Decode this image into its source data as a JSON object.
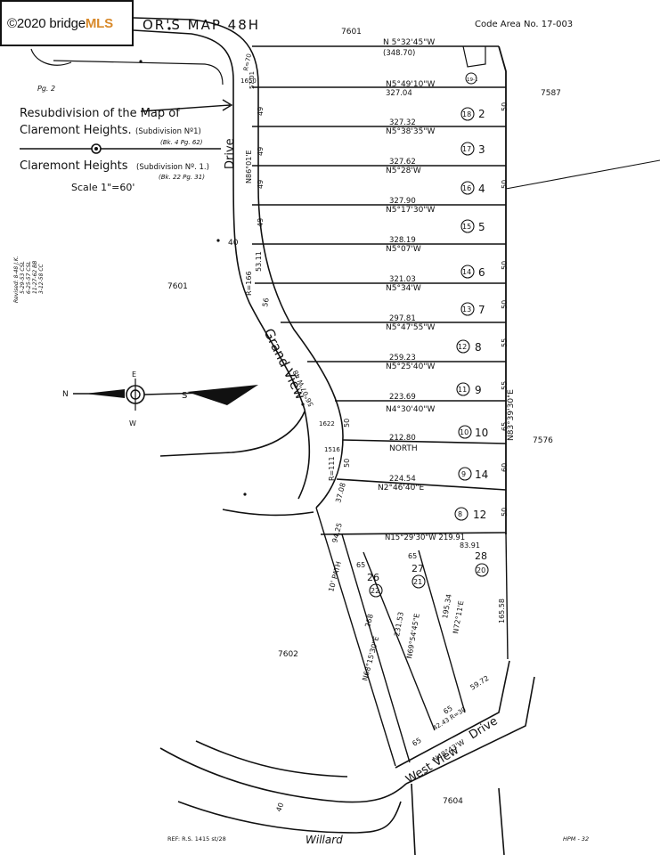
{
  "watermark": {
    "text_prefix": "©2020 bridge",
    "text_brand": "MLS"
  },
  "header": {
    "title_fragment": "OR'S  MAP  48H",
    "code_area": "Code  Area  No.  17-003",
    "corner_ref": "Pg. 2"
  },
  "legend": {
    "resub_line1": "Resubdivision of the Map of",
    "resub_line2": "Claremont Heights.",
    "resub_sub": "(Subdivision Nº1)",
    "resub_ref": "(Bk. 4  Pg. 62)",
    "heights_label": "Claremont Heights",
    "heights_sub": "(Subdivision Nº. 1.)",
    "heights_ref": "(Bk. 22  Pg. 31)",
    "scale": "Scale  1\"=60'",
    "revised_1": "Revised: 8-48 J.K.",
    "revised_2": "5-29-53 CSL",
    "revised_3": "6-25-57 CSL",
    "revised_4": "11-27-62 BB",
    "revised_5": "3-12-58 CC"
  },
  "compass": {
    "n": "N",
    "e": "E",
    "w": "W",
    "s": "S"
  },
  "streets": {
    "grand_view": "Grand View",
    "drive": "Drive",
    "west_view": "West View",
    "west_view_drive": "Drive",
    "willard": "Willard"
  },
  "parcels": {
    "p7601_top": "7601",
    "p7601_left": "7601",
    "p7587": "7587",
    "p7576": "7576",
    "p7602": "7602",
    "p7604": "7604"
  },
  "lot_rows": [
    {
      "bearing": "N 5°32'45\"W",
      "distance": "(348.70)",
      "lot_circle": "19-1",
      "lot": ""
    },
    {
      "bearing": "N5°49'10\"W",
      "distance": "327.04",
      "lot_circle": "18",
      "lot": "2"
    },
    {
      "bearing": "N5°38'35\"W",
      "distance": "327.32",
      "lot_circle": "17",
      "lot": "3"
    },
    {
      "bearing": "N5°28'W",
      "distance": "327.62",
      "lot_circle": "16",
      "lot": "4"
    },
    {
      "bearing": "N5°17'30\"W",
      "distance": "327.90",
      "lot_circle": "15",
      "lot": "5"
    },
    {
      "bearing": "N5°07'W",
      "distance": "328.19",
      "lot_circle": "14",
      "lot": "6"
    },
    {
      "bearing": "N5°34'W",
      "distance": "321.03",
      "lot_circle": "13",
      "lot": "7"
    },
    {
      "bearing": "N5°47'55\"W",
      "distance": "297.81",
      "lot_circle": "12",
      "lot": "8"
    },
    {
      "bearing": "N5°25'40\"W",
      "distance": "259.23",
      "lot_circle": "11",
      "lot": "9"
    },
    {
      "bearing": "N4°30'40\"W",
      "distance": "223.69",
      "lot_circle": "10",
      "lot": "10"
    },
    {
      "bearing": "NORTH",
      "distance": "212.80",
      "lot_circle": "9",
      "lot": "14"
    },
    {
      "bearing": "N2°46'40\"E",
      "distance": "224.54",
      "lot_circle": "8",
      "lot": "12"
    }
  ],
  "lower_lots": {
    "top_bearing": "N15°29'30\"W  219.91",
    "seg_83": "83.91",
    "lot_26": "26",
    "circle_22": "22",
    "lot_27": "27",
    "circle_21": "21",
    "lot_28": "28",
    "circle_20": "20",
    "d_65a": "65",
    "d_65b": "65",
    "d_165": "165.58",
    "d_231": "231.53",
    "b_231": "N69°54'45\"E",
    "d_195": "195.34",
    "b_195": "N72°11'E",
    "d_5972": "59.72",
    "d_65c": "65",
    "d_65d": "65",
    "path": "10' PATH",
    "b_path": "N68°15'30\"E",
    "d_268": "268",
    "d_9425": "94.25",
    "d_3708": "37.08",
    "b_west": "N48°43'W",
    "d_4243": "42.43 R=30"
  },
  "edge_dims": {
    "east_bearing": "N83°39'30\"E",
    "d50": "50",
    "d55": "55",
    "d65": "65",
    "d60": "60",
    "drive_bearing": "N86°01'E",
    "r166": "R=166",
    "r111": "R=111",
    "d40": "40",
    "d49": "49",
    "d5311": "53.11",
    "d56": "56",
    "d1622": "1622",
    "d1516": "1516",
    "d1650": "1650",
    "r70": "R=70",
    "d5701": "57.01",
    "curve_dims": "56°07'W  48"
  },
  "footer": {
    "ref": "REF: R.S. 1415 st/28",
    "hpm": "HPM - 32",
    "road_40": "40"
  }
}
